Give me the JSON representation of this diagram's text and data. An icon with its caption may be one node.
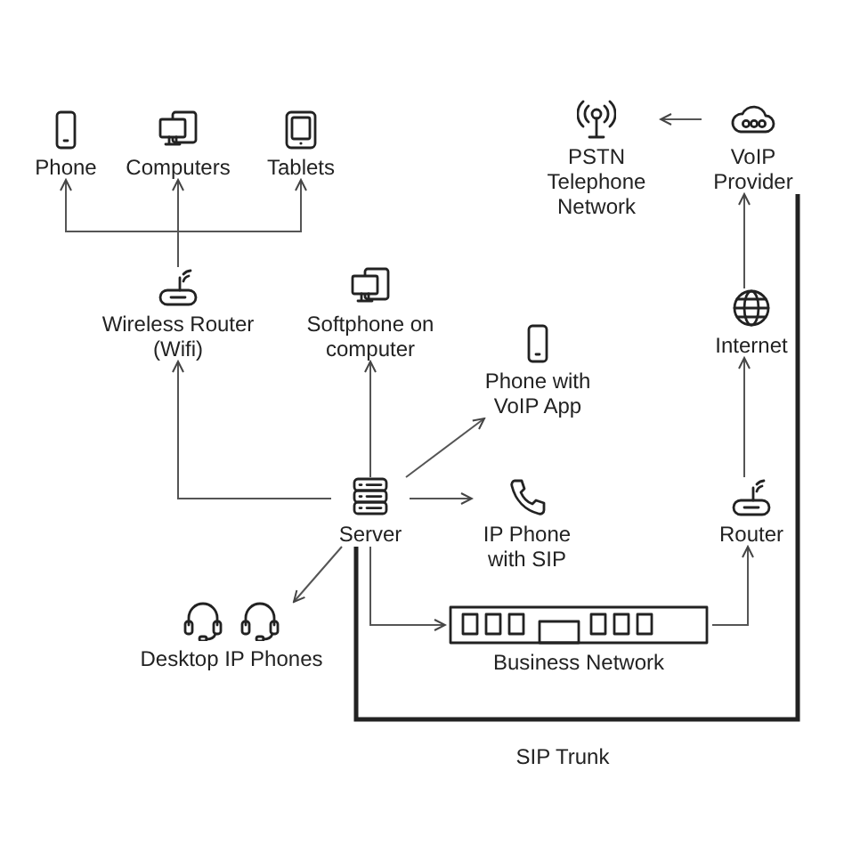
{
  "diagram": {
    "nodes": [
      {
        "text": [
          "Phone"
        ]
      },
      {
        "text": [
          "Computers"
        ]
      },
      {
        "text": [
          "Tablets"
        ]
      },
      {
        "text": [
          "Wireless Router (Wifi)"
        ]
      },
      {
        "text": [
          "Softphone on computer"
        ]
      },
      {
        "text": [
          "Phone with VoIP App"
        ]
      },
      {
        "text": [
          "Server"
        ]
      },
      {
        "text": [
          "IP Phone with SIP"
        ]
      },
      {
        "text": [
          "Desktop IP Phones"
        ]
      },
      {
        "text": [
          "Business Network"
        ]
      },
      {
        "text": [
          "Router"
        ]
      },
      {
        "text": [
          "Internet"
        ]
      },
      {
        "text": [
          "VoIP Provider"
        ]
      },
      {
        "text": [
          "PSTN Telephone Network"
        ]
      }
    ],
    "edges": [
      {
        "from": 3,
        "to": 0,
        "arrow": "to"
      },
      {
        "from": 3,
        "to": 1,
        "arrow": "to"
      },
      {
        "from": 3,
        "to": 2,
        "arrow": "to"
      },
      {
        "from": 6,
        "to": 3,
        "arrow": "to"
      },
      {
        "from": 6,
        "to": 4,
        "arrow": "to"
      },
      {
        "from": 6,
        "to": 5,
        "arrow": "to"
      },
      {
        "from": 6,
        "to": 7,
        "arrow": "to"
      },
      {
        "from": 6,
        "to": 8,
        "arrow": "to"
      },
      {
        "from": 6,
        "to": 9,
        "arrow": "to"
      },
      {
        "from": 9,
        "to": 10,
        "arrow": "to"
      },
      {
        "from": 10,
        "to": 11,
        "arrow": "to"
      },
      {
        "from": 11,
        "to": 12,
        "arrow": "to"
      },
      {
        "from": 12,
        "to": 13,
        "arrow": "to"
      },
      {
        "from": 6,
        "to": 12,
        "arrow": "none",
        "label": "SIP Trunk",
        "style": "thick"
      }
    ]
  }
}
